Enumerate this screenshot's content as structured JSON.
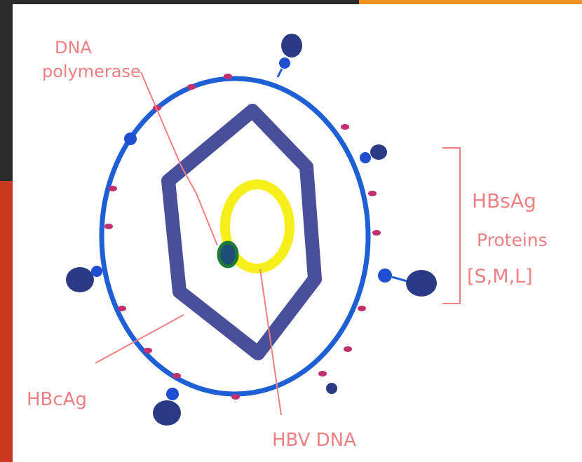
{
  "labels": {
    "dna_polymerase_line1": "DNA",
    "dna_polymerase_line2": "polymerase",
    "hbsag_line1": "HBsAg",
    "hbsag_line2": "Proteins",
    "hbsag_line3": "[S,M,L]",
    "hbcag": "HBcAg",
    "hbv_dna": "HBV DNA"
  },
  "colors": {
    "envelope": "#1f5fd6",
    "capsid": "#4a4f9a",
    "dna_ring": "#f5ef1a",
    "polymerase_fill": "#1f4d7a",
    "polymerase_ring": "#1f7a3a",
    "surface_protein_small": "#c2306f",
    "surface_protein_large_dark": "#2b3a84",
    "surface_protein_large_blue": "#1f4fd0",
    "label_red": "#ef7f82",
    "slide_orange": "#f2921e",
    "slide_red": "#c8391f"
  }
}
